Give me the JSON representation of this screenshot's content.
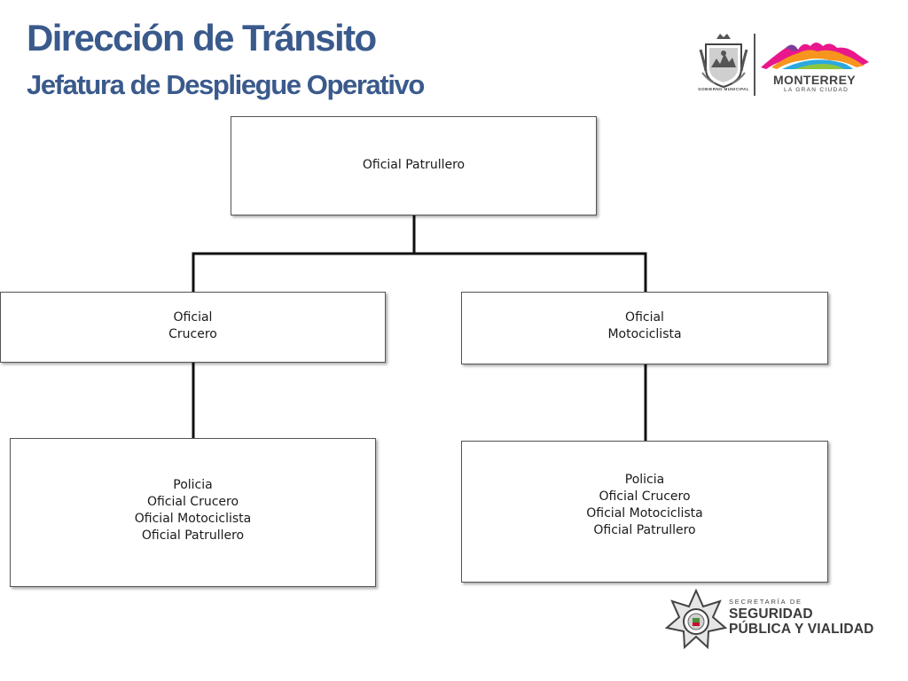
{
  "header": {
    "title": "Dirección de Tránsito",
    "subtitle": "Jefatura de Despliegue Operativo"
  },
  "org_chart": {
    "root": {
      "lines": [
        "Oficial Patrullero"
      ]
    },
    "left": {
      "lines": [
        "Oficial",
        "Crucero"
      ]
    },
    "right": {
      "lines": [
        "Oficial",
        "Motociclista"
      ]
    },
    "left_child": {
      "lines": [
        "Policia",
        "Oficial Crucero",
        "Oficial Motociclista",
        "Oficial Patrullero"
      ]
    },
    "right_child": {
      "lines": [
        "Policia",
        "Oficial Crucero",
        "Oficial Motociclista",
        "Oficial Patrullero"
      ]
    }
  },
  "logos": {
    "gobierno": {
      "caption": "GOBIERNO MUNICIPAL"
    },
    "monterrey": {
      "name": "MONTERREY",
      "tagline": "LA GRAN CIUDAD"
    },
    "secretaria": {
      "prefix": "SECRETARÍA DE",
      "line1": "SEGURIDAD",
      "line2": "PÚBLICA Y VIALIDAD"
    }
  },
  "colors": {
    "title": "#3a5a8c",
    "connector": "#111111",
    "box_border": "#555555",
    "logo_gray": "#444444"
  }
}
